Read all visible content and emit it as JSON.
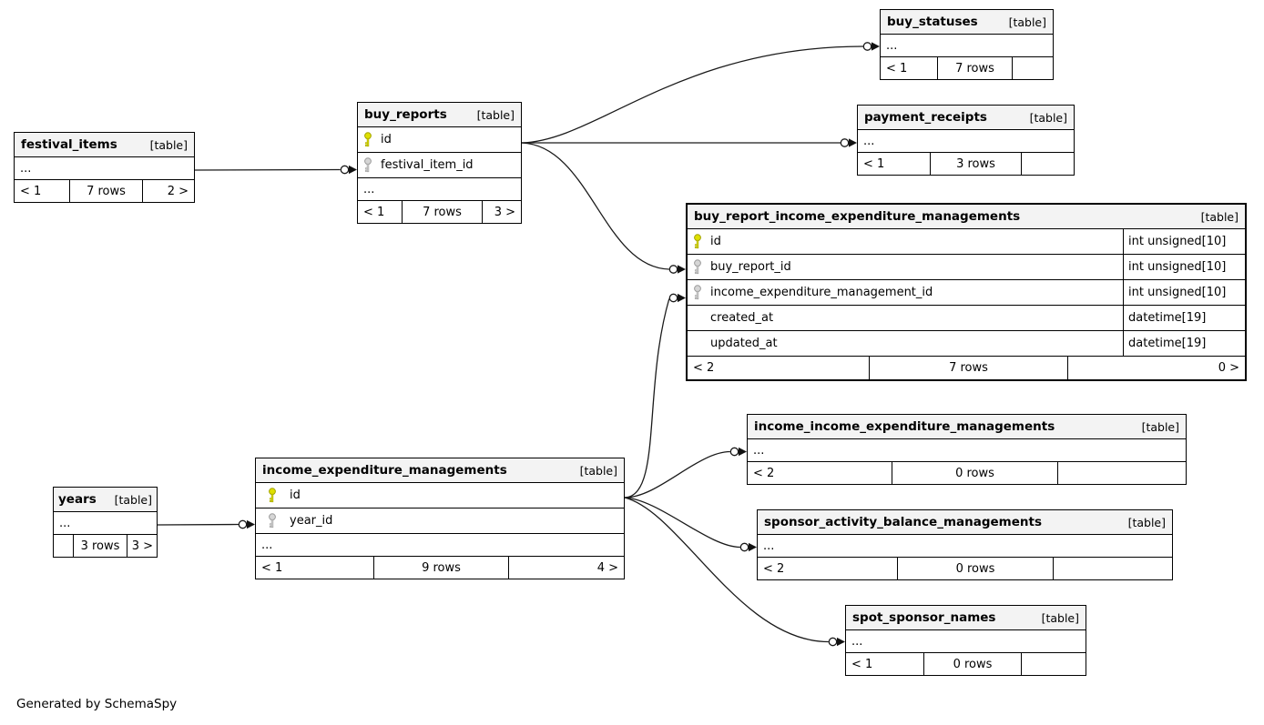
{
  "credit": "Generated by SchemaSpy",
  "colors": {
    "primary_key": "#dfe000",
    "foreign_key": "#d0d0d0",
    "header_bg": "#f3f3f3",
    "border": "#000000"
  },
  "icons": {
    "primary_key_icon": "yellow-key",
    "foreign_key_icon": "gray-key",
    "relationship_end": "open-circle-arrow"
  },
  "tables": {
    "festival_items": {
      "name": "festival_items",
      "tag": "[table]",
      "ellipsis": "...",
      "footer": [
        "< 1",
        "7 rows",
        "2 >"
      ]
    },
    "buy_reports": {
      "name": "buy_reports",
      "tag": "[table]",
      "ellipsis": "...",
      "columns": [
        {
          "name": "id",
          "key": "primary"
        },
        {
          "name": "festival_item_id",
          "key": "foreign"
        }
      ],
      "footer": [
        "< 1",
        "7 rows",
        "3 >"
      ]
    },
    "buy_statuses": {
      "name": "buy_statuses",
      "tag": "[table]",
      "ellipsis": "...",
      "footer": [
        "< 1",
        "7 rows",
        ""
      ]
    },
    "payment_receipts": {
      "name": "payment_receipts",
      "tag": "[table]",
      "ellipsis": "...",
      "footer": [
        "< 1",
        "3 rows",
        ""
      ]
    },
    "buy_report_income_expenditure_managements": {
      "name": "buy_report_income_expenditure_managements",
      "tag": "[table]",
      "columns": [
        {
          "name": "id",
          "key": "primary",
          "type": "int unsigned[10]"
        },
        {
          "name": "buy_report_id",
          "key": "foreign",
          "type": "int unsigned[10]"
        },
        {
          "name": "income_expenditure_management_id",
          "key": "foreign",
          "type": "int unsigned[10]"
        },
        {
          "name": "created_at",
          "key": null,
          "type": "datetime[19]"
        },
        {
          "name": "updated_at",
          "key": null,
          "type": "datetime[19]"
        }
      ],
      "footer": [
        "< 2",
        "7 rows",
        "0 >"
      ]
    },
    "income_income_expenditure_managements": {
      "name": "income_income_expenditure_managements",
      "tag": "[table]",
      "ellipsis": "...",
      "footer": [
        "< 2",
        "0 rows",
        ""
      ]
    },
    "sponsor_activity_balance_managements": {
      "name": "sponsor_activity_balance_managements",
      "tag": "[table]",
      "ellipsis": "...",
      "footer": [
        "< 2",
        "0 rows",
        ""
      ]
    },
    "spot_sponsor_names": {
      "name": "spot_sponsor_names",
      "tag": "[table]",
      "ellipsis": "...",
      "footer": [
        "< 1",
        "0 rows",
        ""
      ]
    },
    "years": {
      "name": "years",
      "tag": "[table]",
      "ellipsis": "...",
      "footer": [
        "",
        "3 rows",
        "3 >"
      ]
    },
    "income_expenditure_managements": {
      "name": "income_expenditure_managements",
      "tag": "[table]",
      "ellipsis": "...",
      "columns": [
        {
          "name": "id",
          "key": "primary"
        },
        {
          "name": "year_id",
          "key": "foreign"
        }
      ],
      "footer": [
        "< 1",
        "9 rows",
        "4 >"
      ]
    }
  },
  "relationships": [
    {
      "from": "festival_items",
      "to": "buy_reports.festival_item_id"
    },
    {
      "from": "buy_reports.id",
      "to": "buy_statuses"
    },
    {
      "from": "buy_reports.id",
      "to": "payment_receipts"
    },
    {
      "from": "buy_reports.id",
      "to": "buy_report_income_expenditure_managements.buy_report_id"
    },
    {
      "from": "income_expenditure_managements.id",
      "to": "buy_report_income_expenditure_managements.income_expenditure_management_id"
    },
    {
      "from": "income_expenditure_managements.id",
      "to": "income_income_expenditure_managements"
    },
    {
      "from": "income_expenditure_managements.id",
      "to": "sponsor_activity_balance_managements"
    },
    {
      "from": "income_expenditure_managements.id",
      "to": "spot_sponsor_names"
    },
    {
      "from": "years",
      "to": "income_expenditure_managements.year_id"
    }
  ]
}
